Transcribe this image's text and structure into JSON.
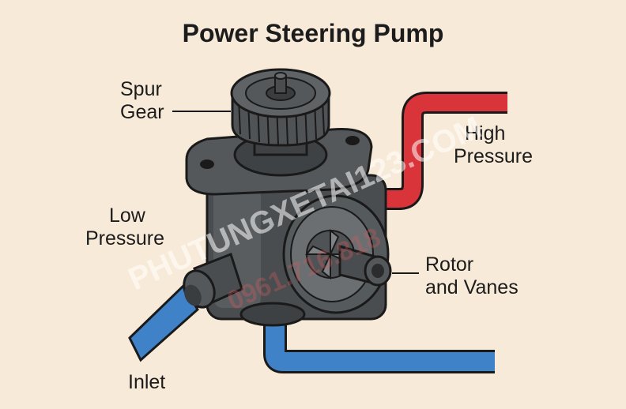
{
  "title": "Power Steering Pump",
  "labels": {
    "spur_gear": [
      "Spur",
      "Gear"
    ],
    "high_pressure": [
      "High",
      "Pressure"
    ],
    "low_pressure": [
      "Low",
      "Pressure"
    ],
    "rotor_vanes": [
      "Rotor",
      "and Vanes"
    ],
    "inlet": "Inlet"
  },
  "watermark": {
    "brand": "PHUTUNGXETAI123.COM",
    "phone": "0961.716.818"
  },
  "colors": {
    "background": "#f8ead8",
    "high_pressure_line": "#d8343a",
    "low_pressure_line": "#3f82c8",
    "pump_body": "#4a4d50"
  }
}
